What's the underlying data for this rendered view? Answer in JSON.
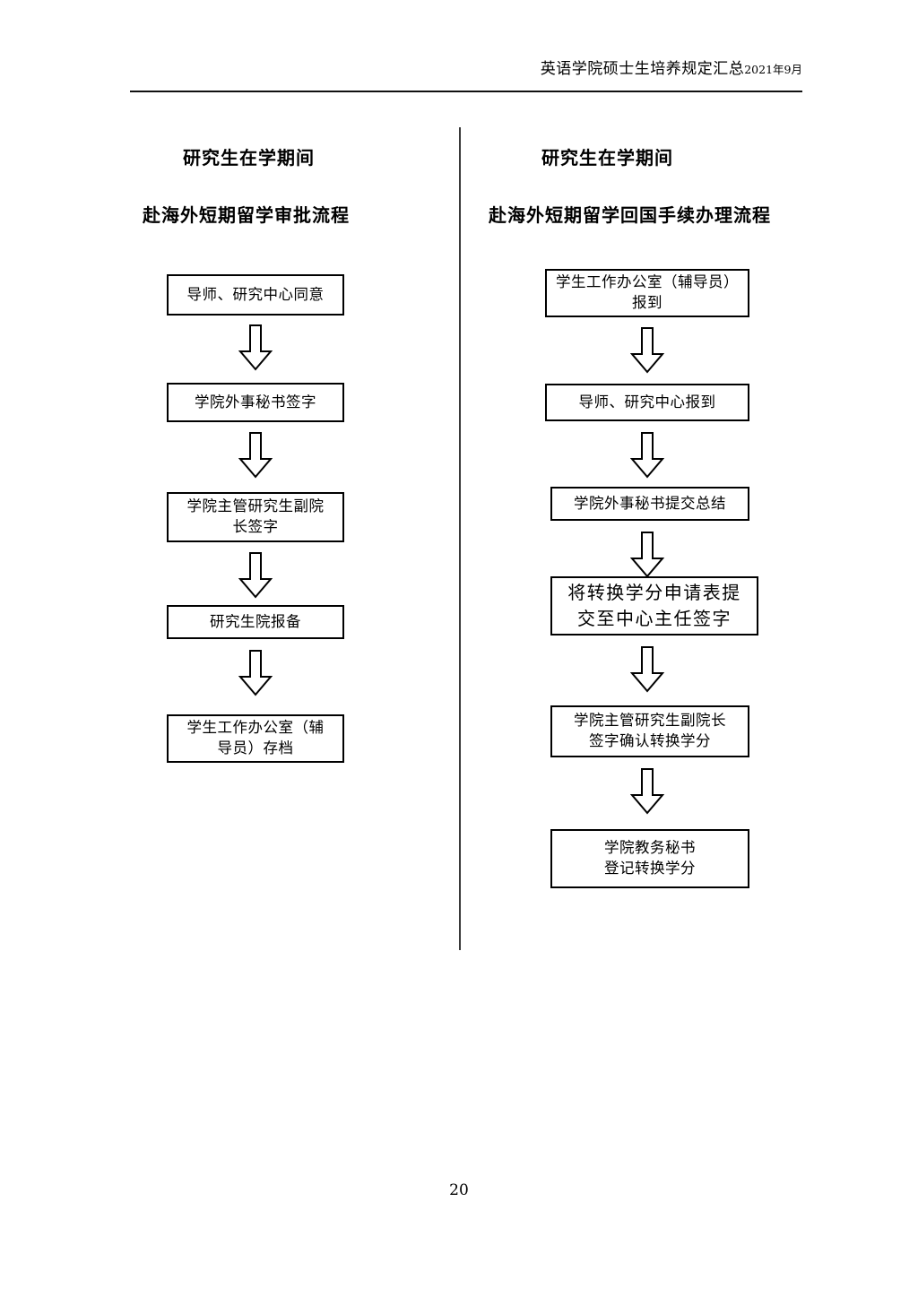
{
  "header": {
    "title_main": "英语学院硕士生培养规定汇总",
    "title_date": "2021年9月"
  },
  "left_column": {
    "title_line1": "研究生在学期间",
    "title_line2": "赴海外短期留学审批流程",
    "boxes": [
      {
        "line1": "导师、研究中心同意",
        "line2": ""
      },
      {
        "line1": "学院外事秘书签字",
        "line2": ""
      },
      {
        "line1": "学院主管研究生副院",
        "line2": "长签字"
      },
      {
        "line1": "研究生院报备",
        "line2": ""
      },
      {
        "line1": "学生工作办公室（辅",
        "line2": "导员）存档"
      }
    ],
    "arrow_icon": "down-block-arrow"
  },
  "right_column": {
    "title_line1": "研究生在学期间",
    "title_line2": "赴海外短期留学回国手续办理流程",
    "boxes": [
      {
        "line1": "学生工作办公室（辅导员）",
        "line2": "报到"
      },
      {
        "line1": "导师、研究中心报到",
        "line2": ""
      },
      {
        "line1": "学院外事秘书提交总结",
        "line2": ""
      },
      {
        "line1": "将转换学分申请表提",
        "line2": "交至中心主任签字"
      },
      {
        "line1": "学院主管研究生副院长",
        "line2": "签字确认转换学分"
      },
      {
        "line1": "学院教务秘书",
        "line2": "登记转换学分"
      }
    ],
    "arrow_icon": "down-block-arrow"
  },
  "footer": {
    "page_number": "20"
  },
  "colors": {
    "ink": "#000000",
    "rule": "#111111",
    "divider": "#3a3a3a",
    "paper": "#ffffff"
  }
}
